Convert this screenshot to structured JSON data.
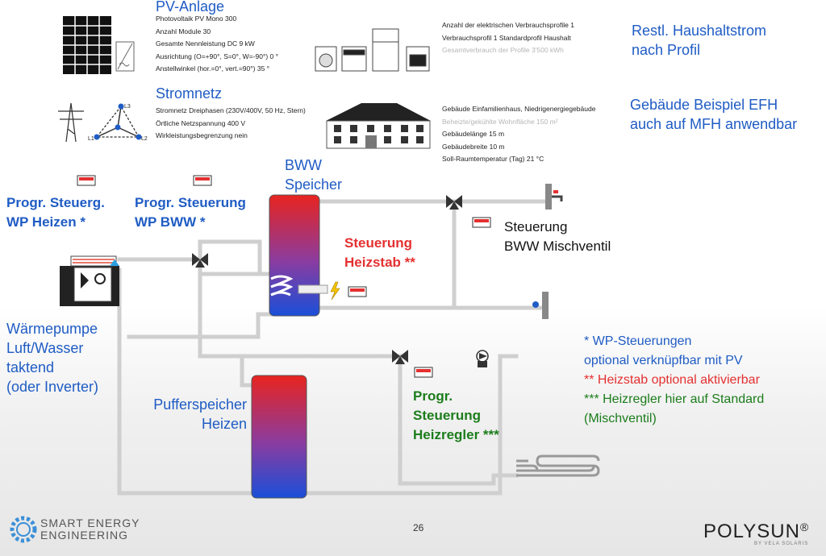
{
  "pv": {
    "title": "PV-Anlage",
    "lines": [
      "Photovoltaik PV Mono 300",
      "Anzahl Module 30",
      "Gesamte Nennleistung DC 9 kW",
      "Ausrichtung (O=+90°, S=0°, W=-90°) 0 °",
      "Anstellwinkel (hor.=0°, vert.=90°) 35 °"
    ]
  },
  "grid": {
    "title": "Stromnetz",
    "lines": [
      "Stromnetz Dreiphasen (230V/400V, 50 Hz, Stern)",
      "Örtliche Netzspannung 400 V",
      "Wirkleistungsbegrenzung nein"
    ],
    "phase_labels": [
      "L1",
      "L2",
      "L3"
    ]
  },
  "consumption": {
    "lines": [
      "Anzahl der elektrischen Verbrauchsprofile 1",
      "Verbrauchsprofil 1 Standardprofil Haushalt"
    ],
    "muted_line": "Gesamtverbrauch der Profile 3'500 kWh",
    "heading": [
      "Restl. Haushaltstrom",
      "nach Profil"
    ]
  },
  "building": {
    "line1": "Gebäude Einfamilienhaus, Niedrigenergiegebäude",
    "muted_line": "Beheizte/gekühlte Wohnfläche 150 m²",
    "lines": [
      "Gebäudelänge 15 m",
      "Gebäudebreite 10 m",
      "Soll-Raumtemperatur (Tag) 21 °C"
    ],
    "heading": [
      "Gebäude Beispiel EFH",
      "auch auf MFH anwendbar"
    ]
  },
  "labels": {
    "bww": [
      "BWW",
      "Speicher"
    ],
    "ctrl_wp_heat": [
      "Progr. Steuerg.",
      "WP Heizen *"
    ],
    "ctrl_wp_bww": [
      "Progr. Steuerung",
      "WP BWW *"
    ],
    "ctrl_heater": [
      "Steuerung",
      "Heizstab **"
    ],
    "ctrl_bww_mix": [
      "Steuerung",
      "BWW Mischventil"
    ],
    "heatpump": [
      "Wärmepumpe",
      "Luft/Wasser",
      "taktend",
      "(oder Inverter)"
    ],
    "buffer": [
      "Pufferspeicher",
      "Heizen"
    ],
    "ctrl_heating": [
      "Progr.",
      "Steuerung",
      "Heizregler ***"
    ]
  },
  "notes": {
    "n1a": "* WP-Steuerungen",
    "n1b": "optional verknüpfbar mit PV",
    "n2": "** Heizstab optional aktivierbar",
    "n3": "*** Heizregler hier auf Standard",
    "n4": "(Mischventil)"
  },
  "footer": {
    "page": "26",
    "logo_line1": "SMART ENERGY",
    "logo_line2": "ENGINEERING",
    "brand": "POLYSUN",
    "brand_mark": "®",
    "brand_sub": "BY VELA SOLARIS"
  },
  "colors": {
    "blue": "#1f5cc4",
    "red": "#e53030",
    "green": "#1c7d1c",
    "pipe": "#c8c8c8"
  }
}
